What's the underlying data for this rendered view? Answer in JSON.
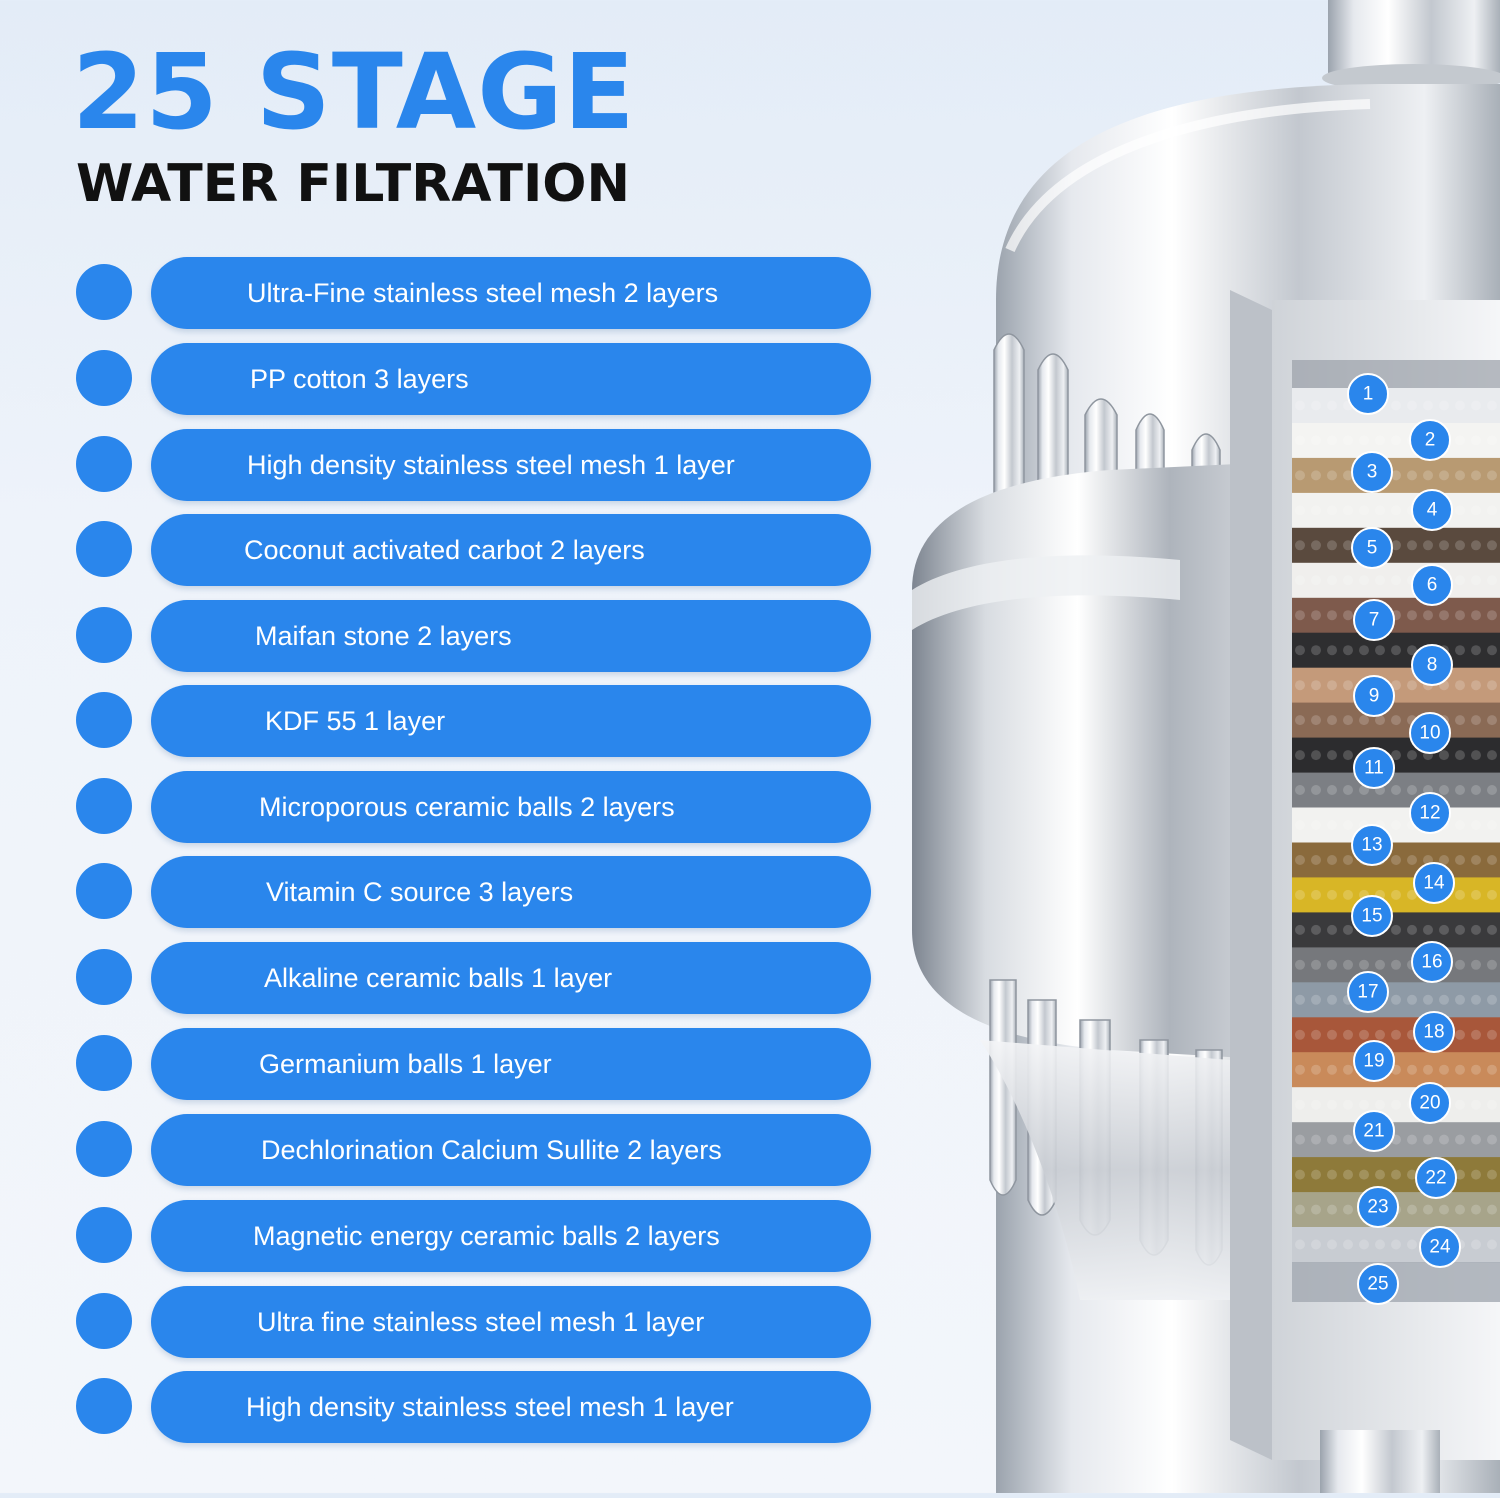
{
  "headline": {
    "line1": "25 STAGE",
    "line2": "WATER FILTRATION"
  },
  "stages": [
    "Ultra-Fine stainless steel mesh 2 layers",
    "PP cotton  3 layers",
    "High density stainless steel mesh 1 layer",
    "Coconut activated carbot 2 layers",
    "Maifan stone 2 layers",
    "KDF 55  1 layer",
    "Microporous ceramic balls 2 layers",
    "Vitamin C source 3 layers",
    "Alkaline ceramic balls 1 layer",
    "Germanium balls 1 layer",
    "Dechlorination Calcium Sullite 2 layers",
    "Magnetic energy ceramic balls 2 layers",
    "Ultra fine stainless steel mesh 1 layer",
    "High density stainless steel mesh 1 layer"
  ],
  "layer_numbers": [
    "1",
    "2",
    "3",
    "4",
    "5",
    "6",
    "7",
    "8",
    "9",
    "10",
    "11",
    "12",
    "13",
    "14",
    "15",
    "16",
    "17",
    "18",
    "19",
    "20",
    "21",
    "22",
    "23",
    "24",
    "25"
  ],
  "colors": {
    "accent": "#2a86ec",
    "headline_dark": "#111111",
    "pill_text": "#ffffff"
  }
}
